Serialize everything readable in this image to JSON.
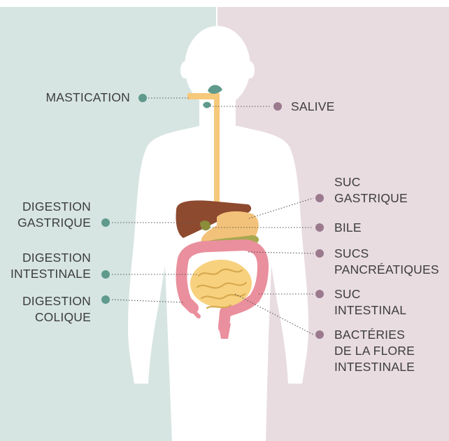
{
  "colors": {
    "left_panel": "#d6e5e2",
    "right_panel": "#e8dce1",
    "body_silhouette": "#ffffff",
    "left_dot": "#5f9a8c",
    "right_dot": "#9b7a8e",
    "esophagus": "#f6c97b",
    "liver": "#8d4a2f",
    "stomach": "#f3c27a",
    "pancreas": "#a8a851",
    "gallbladder": "#8b8d3a",
    "small_intestine": "#f7d17e",
    "large_intestine": "#ea8f9d",
    "salivary_gland": "#5f9a8c"
  },
  "left_labels": [
    {
      "id": "mastication",
      "lines": [
        "MASTICATION"
      ]
    },
    {
      "id": "digestion-gastrique",
      "lines": [
        "DIGESTION",
        "GASTRIQUE"
      ]
    },
    {
      "id": "digestion-intestinale",
      "lines": [
        "DIGESTION",
        "INTESTINALE"
      ]
    },
    {
      "id": "digestion-colique",
      "lines": [
        "DIGESTION",
        "COLIQUE"
      ]
    }
  ],
  "right_labels": [
    {
      "id": "salive",
      "lines": [
        "SALIVE"
      ]
    },
    {
      "id": "suc-gastrique",
      "lines": [
        "SUC",
        "GASTRIQUE"
      ]
    },
    {
      "id": "bile",
      "lines": [
        "BILE"
      ]
    },
    {
      "id": "sucs-pancreatiques",
      "lines": [
        "SUCS",
        "PANCRÉATIQUES"
      ]
    },
    {
      "id": "suc-intestinal",
      "lines": [
        "SUC",
        "INTESTINAL"
      ]
    },
    {
      "id": "bacteries",
      "lines": [
        "BACTÉRIES",
        "DE LA FLORE",
        "INTESTINALE"
      ]
    }
  ]
}
